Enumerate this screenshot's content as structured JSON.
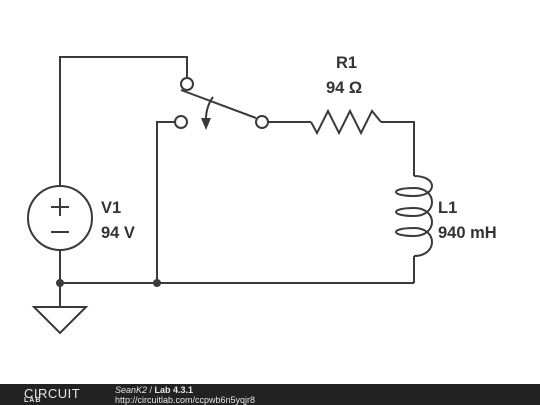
{
  "components": {
    "resistor": {
      "name": "R1",
      "value": "94 Ω"
    },
    "source": {
      "name": "V1",
      "value": "94 V"
    },
    "inductor": {
      "name": "L1",
      "value": "940 mH"
    }
  },
  "footer": {
    "logo_top": "CIRCUIT",
    "logo_bottom": "LAB",
    "author": "SeanK2",
    "separator": " / ",
    "title": "Lab 4.3.1",
    "url": "http://circuitlab.com/ccpwb6n5yqjr8"
  },
  "colors": {
    "wire": "#3a3a3a",
    "label": "#333333",
    "footer_bg": "#222222",
    "footer_text": "#e6e6e6"
  }
}
